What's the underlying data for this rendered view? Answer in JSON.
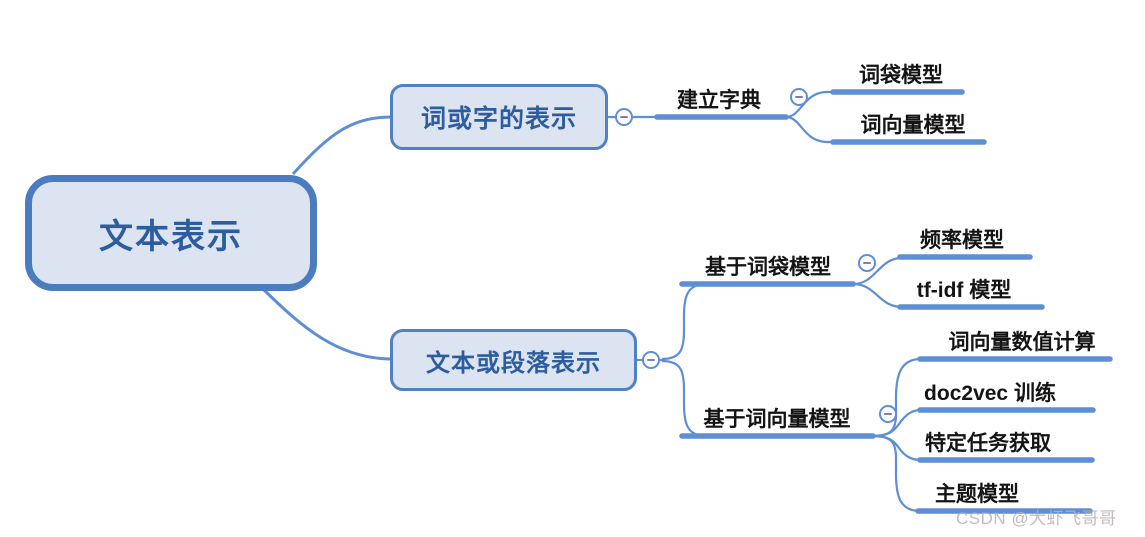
{
  "diagram_type": "mindmap",
  "topics": {
    "root": "文本表示",
    "word_char": "词或字的表示",
    "build_dict": "建立字典",
    "bow_model": "词袋模型",
    "wordvec_model": "词向量模型",
    "text_para": "文本或段落表示",
    "based_bow": "基于词袋模型",
    "freq_model": "频率模型",
    "tfidf_model": "tf-idf 模型",
    "based_wordvec": "基于词向量模型",
    "wv_numeric_calc": "词向量数值计算",
    "doc2vec_train": "doc2vec 训练",
    "task_specific": "特定任务获取",
    "topic_model": "主题模型"
  },
  "hierarchy": {
    "文本表示": {
      "词或字的表示": {
        "建立字典": [
          "词袋模型",
          "词向量模型"
        ]
      },
      "文本或段落表示": {
        "基于词袋模型": [
          "频率模型",
          "tf-idf 模型"
        ],
        "基于词向量模型": [
          "词向量数值计算",
          "doc2vec 训练",
          "特定任务获取",
          "主题模型"
        ]
      }
    }
  },
  "watermark": "CSDN @大虾飞哥哥",
  "colors": {
    "line_blue": "#5e8ed4",
    "root_border": "#4b7cc0",
    "node_border": "#5181c5",
    "node_fill": "#dde4f1",
    "node_text": "#2d5d9f",
    "leaf_text": "#141414",
    "watermark_gray": "#bab0b0"
  }
}
